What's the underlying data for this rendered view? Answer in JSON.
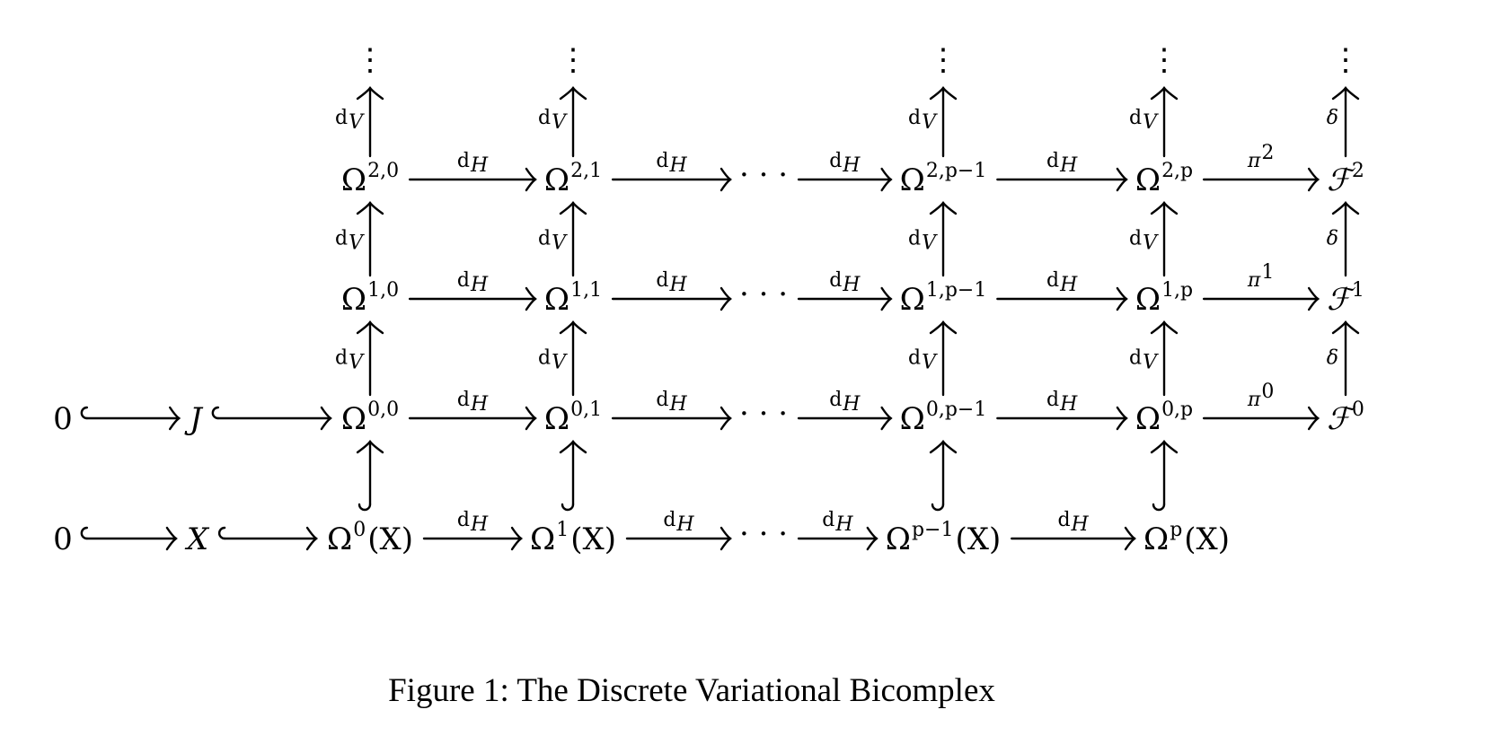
{
  "figure": {
    "caption": "Figure 1: The Discrete Variational Bicomplex"
  },
  "diagram": {
    "rows": [
      {
        "id": "row2",
        "nodes": [
          {
            "id": "o20",
            "base": "Ω",
            "sup": "2,0"
          },
          {
            "id": "o21",
            "base": "Ω",
            "sup": "2,1"
          },
          {
            "id": "dots2",
            "base": "· · ·",
            "sup": ""
          },
          {
            "id": "o2p1",
            "base": "Ω",
            "sup": "2,p−1"
          },
          {
            "id": "o2p",
            "base": "Ω",
            "sup": "2,p"
          },
          {
            "id": "f2",
            "base": "ℱ",
            "sup": "2"
          }
        ],
        "arrows": [
          "d",
          "d",
          "d",
          "d",
          "π"
        ],
        "arrow_subs": [
          "H",
          "H",
          "H",
          "H",
          ""
        ],
        "arrow_sups": [
          "",
          "",
          "",
          "",
          "2"
        ]
      },
      {
        "id": "row1",
        "nodes": [
          {
            "id": "o10",
            "base": "Ω",
            "sup": "1,0"
          },
          {
            "id": "o11",
            "base": "Ω",
            "sup": "1,1"
          },
          {
            "id": "dots1",
            "base": "· · ·",
            "sup": ""
          },
          {
            "id": "o1p1",
            "base": "Ω",
            "sup": "1,p−1"
          },
          {
            "id": "o1p",
            "base": "Ω",
            "sup": "1,p"
          },
          {
            "id": "f1",
            "base": "ℱ",
            "sup": "1"
          }
        ],
        "arrows": [
          "d",
          "d",
          "d",
          "d",
          "π"
        ],
        "arrow_subs": [
          "H",
          "H",
          "H",
          "H",
          ""
        ],
        "arrow_sups": [
          "",
          "",
          "",
          "",
          "1"
        ]
      },
      {
        "id": "row0",
        "prefix": [
          {
            "id": "zero0",
            "base": "0",
            "sup": ""
          },
          {
            "id": "J",
            "base": "J",
            "sup": ""
          }
        ],
        "nodes": [
          {
            "id": "o00",
            "base": "Ω",
            "sup": "0,0"
          },
          {
            "id": "o01",
            "base": "Ω",
            "sup": "0,1"
          },
          {
            "id": "dots0",
            "base": "· · ·",
            "sup": ""
          },
          {
            "id": "o0p1",
            "base": "Ω",
            "sup": "0,p−1"
          },
          {
            "id": "o0p",
            "base": "Ω",
            "sup": "0,p"
          },
          {
            "id": "f0",
            "base": "ℱ",
            "sup": "0"
          }
        ],
        "arrows": [
          "d",
          "d",
          "d",
          "d",
          "π"
        ],
        "arrow_subs": [
          "H",
          "H",
          "H",
          "H",
          ""
        ],
        "arrow_sups": [
          "",
          "",
          "",
          "",
          "0"
        ]
      },
      {
        "id": "rowX",
        "prefix": [
          {
            "id": "zeroX",
            "base": "0",
            "sup": ""
          },
          {
            "id": "X",
            "base": "X",
            "sup": ""
          }
        ],
        "nodes": [
          {
            "id": "x0",
            "base": "Ω",
            "sup": "0",
            "suffix": "(X)"
          },
          {
            "id": "x1",
            "base": "Ω",
            "sup": "1",
            "suffix": "(X)"
          },
          {
            "id": "dotsX",
            "base": "· · ·",
            "sup": ""
          },
          {
            "id": "xp1",
            "base": "Ω",
            "sup": "p−1",
            "suffix": "(X)"
          },
          {
            "id": "xp",
            "base": "Ω",
            "sup": "p",
            "suffix": "(X)"
          }
        ],
        "arrows": [
          "d",
          "d",
          "d",
          "d"
        ],
        "arrow_subs": [
          "H",
          "H",
          "H",
          "H"
        ],
        "arrow_sups": [
          "",
          "",
          "",
          ""
        ]
      }
    ],
    "vertical_label": {
      "base": "d",
      "sub": "V"
    },
    "delta_label": "δ",
    "vdots": "⋮"
  }
}
